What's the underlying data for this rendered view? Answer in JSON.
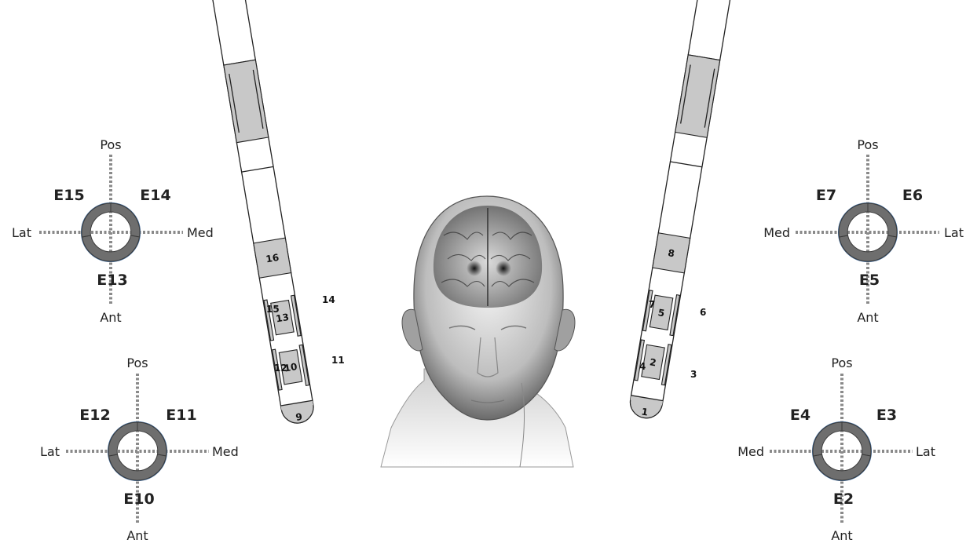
{
  "directions": {
    "posterior": "Pos",
    "anterior": "Ant",
    "lateral": "Lat",
    "medial": "Med"
  },
  "left_rings": {
    "upper": {
      "top": "E15",
      "top_right": "E14",
      "bottom": "E13"
    },
    "lower": {
      "top": "E12",
      "top_right": "E11",
      "bottom": "E10"
    }
  },
  "right_rings": {
    "upper": {
      "top": "E7",
      "top_right": "E6",
      "bottom": "E5"
    },
    "lower": {
      "top": "E4",
      "top_right": "E3",
      "bottom": "E2"
    }
  },
  "left_lead": {
    "tip": "9",
    "ring_top": "16",
    "seg_upper_center": "13",
    "seg_upper_left": "15",
    "seg_upper_right": "14",
    "seg_lower_center": "10",
    "seg_lower_left": "12",
    "seg_lower_right": "11"
  },
  "right_lead": {
    "tip": "1",
    "ring_top": "8",
    "seg_upper_center": "5",
    "seg_upper_left": "7",
    "seg_upper_right": "6",
    "seg_lower_center": "2",
    "seg_lower_left": "4",
    "seg_lower_right": "3"
  },
  "colors": {
    "segment": "#6e6e6e",
    "ring_gap": "#3d6a9c",
    "lead_contact": "#c8c8c8"
  }
}
